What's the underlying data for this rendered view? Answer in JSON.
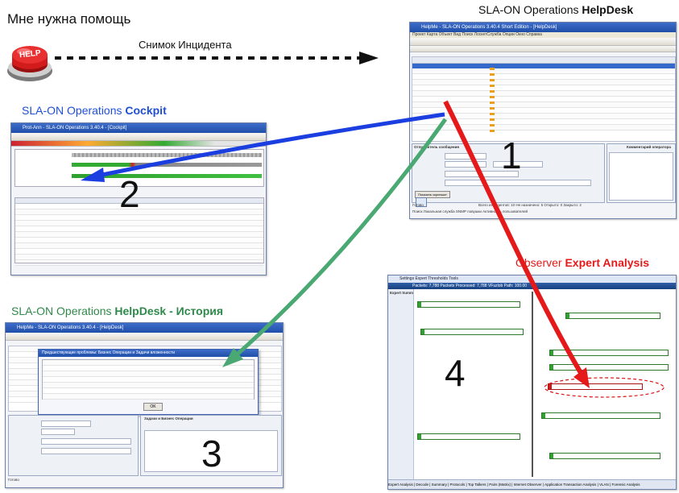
{
  "captions": {
    "help_me": "Мне нужна помощь",
    "incident_snapshot": "Снимок Инцидента",
    "helpdesk_prefix": "SLA-ON Operations ",
    "helpdesk_bold": "HelpDesk",
    "cockpit_prefix": "SLA-ON Operations ",
    "cockpit_bold": "Cockpit",
    "history_prefix": "SLA-ON Operations ",
    "history_bold": "HelpDesk - История",
    "observer_prefix": "Observer ",
    "observer_bold": "Expert Analysis"
  },
  "help_button": {
    "label": "HELP"
  },
  "numbers": {
    "n1": "1",
    "n2": "2",
    "n3": "3",
    "n4": "4"
  },
  "windows": {
    "helpdesk": {
      "title": "HelpMe - SLA-ON Operations 3.40.4 Short Edition - [HelpDesk]",
      "menu": "Проект  Карта  Объект  Вид  Поиск  ЛоскетСлужба  Опции  Окно  Справка",
      "status": "Готово",
      "footer_counts": "Всего инцидентов: 10     Не назначено: 5     Открыто: 0     Закрыто: 2",
      "tabs": "Поиск   Локальная служба   SNMP ловушки   Активность пользователей",
      "form_header": "Отправитель сообщения",
      "comment_header": "Комментарий оператора",
      "show_button": "Показать скриншот"
    },
    "cockpit": {
      "title": "Prot-Ann - SLA-ON Operations 3.40.4 - [Cockpit]"
    },
    "history": {
      "title": "HelpMe - SLA-ON Operations 3.40.4 - [HelpDesk]",
      "dialog_title": "Предшествующие проблемы: Бизнес Операции и Задачи вложенности",
      "ok": "OK",
      "status": "Готово",
      "section_label": "Задачи и Бизнес Операции"
    },
    "observer": {
      "menu": "Settings   Expert Thresholds   Tools",
      "bar": "Packets: 7,788    Packets Processed: 7,788    VFuzlob Path: 100.00",
      "side_title": "Expert Summ",
      "tabs": "Expert Analysis | Decode | Summary | Protocols | Top Talkers | Pairs (Matrix) | Internet Observer | Application Transaction Analysis | VLAN | Forensic Analysis"
    }
  },
  "colors": {
    "blue_arrow": "#1a3ee0",
    "green_arrow": "#4aa872",
    "red_arrow": "#e51919",
    "observer_caption_red": "#e51919",
    "history_caption_green": "#2e8a4a",
    "cockpit_caption_blue": "#1f4fd6"
  },
  "icons": [
    "help-button-icon",
    "dotted-arrow-icon",
    "blue-arrow-icon",
    "green-arrow-icon",
    "red-arrow-icon"
  ]
}
